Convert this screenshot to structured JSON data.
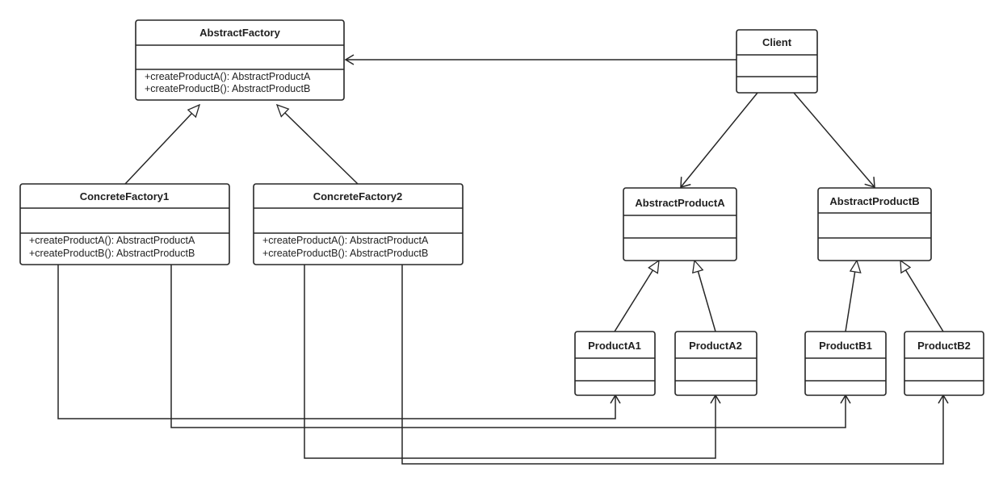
{
  "diagram": {
    "classes": {
      "abstract_factory": {
        "name": "AbstractFactory",
        "methods": [
          "+createProductA(): AbstractProductA",
          "+createProductB(): AbstractProductB"
        ]
      },
      "concrete_factory1": {
        "name": "ConcreteFactory1",
        "methods": [
          "+createProductA(): AbstractProductA",
          "+createProductB(): AbstractProductB"
        ]
      },
      "concrete_factory2": {
        "name": "ConcreteFactory2",
        "methods": [
          "+createProductA(): AbstractProductA",
          "+createProductB(): AbstractProductB"
        ]
      },
      "client": {
        "name": "Client",
        "methods": []
      },
      "abstract_product_a": {
        "name": "AbstractProductA",
        "methods": []
      },
      "abstract_product_b": {
        "name": "AbstractProductB",
        "methods": []
      },
      "product_a1": {
        "name": "ProductA1",
        "methods": []
      },
      "product_a2": {
        "name": "ProductA2",
        "methods": []
      },
      "product_b1": {
        "name": "ProductB1",
        "methods": []
      },
      "product_b2": {
        "name": "ProductB2",
        "methods": []
      }
    },
    "relations": [
      {
        "type": "association",
        "from": "client",
        "to": "abstract_factory"
      },
      {
        "type": "association",
        "from": "client",
        "to": "abstract_product_a"
      },
      {
        "type": "association",
        "from": "client",
        "to": "abstract_product_b"
      },
      {
        "type": "generalization",
        "from": "concrete_factory1",
        "to": "abstract_factory"
      },
      {
        "type": "generalization",
        "from": "concrete_factory2",
        "to": "abstract_factory"
      },
      {
        "type": "generalization",
        "from": "product_a1",
        "to": "abstract_product_a"
      },
      {
        "type": "generalization",
        "from": "product_a2",
        "to": "abstract_product_a"
      },
      {
        "type": "generalization",
        "from": "product_b1",
        "to": "abstract_product_b"
      },
      {
        "type": "generalization",
        "from": "product_b2",
        "to": "abstract_product_b"
      },
      {
        "type": "association",
        "from": "concrete_factory1",
        "to": "product_a1"
      },
      {
        "type": "association",
        "from": "concrete_factory1",
        "to": "product_b1"
      },
      {
        "type": "association",
        "from": "concrete_factory2",
        "to": "product_a2"
      },
      {
        "type": "association",
        "from": "concrete_factory2",
        "to": "product_b2"
      }
    ]
  }
}
